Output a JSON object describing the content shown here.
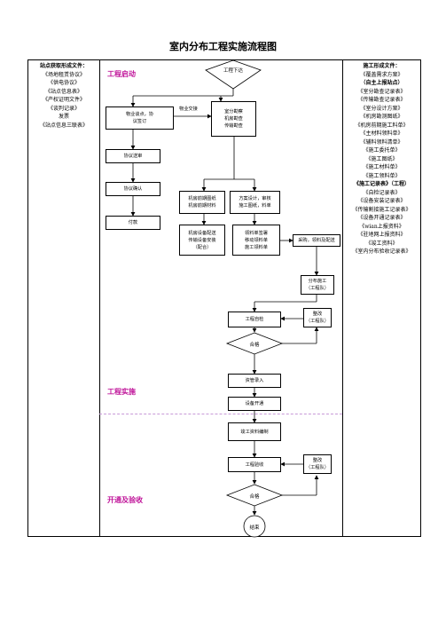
{
  "title": "室内分布工程实施流程图",
  "left_col": {
    "heading": "站点获取形成文件：",
    "items": [
      "《场地租赁协议》",
      "《供电协议》",
      "《站点信息表》",
      "《产权证明文件》",
      "《谈判记录》",
      "发票",
      "《站点信息三联表》"
    ]
  },
  "right_col": {
    "heading": "施工形成文件：",
    "items_a": [
      "《覆盖需求方案》"
    ],
    "subheading_a": "（自主上报站点）",
    "items_b": [
      "《室分勘查记录表》",
      "《传输勘查记录表》",
      "《室分设计方案》",
      "《机房勘测图纸》",
      "《机房前期施工料单》",
      "《主材料领料单》",
      "《辅料领料清单》",
      "《施工委托单》",
      "《施工图纸》",
      "《施工材料单》",
      "《施工领料单》"
    ],
    "subheading_b": "《施工记录表》（工程）",
    "items_c": [
      "《自检记录表》",
      "《设备安装记录表》",
      "《传输割接施工记录表》",
      "《设备开通记录表》",
      "《wian上报资料》",
      "《驻地网上报资料》",
      "《竣工资料》",
      "《室内分布验收记录表》"
    ]
  },
  "stages": {
    "start": "工程启动",
    "implement": "工程实施",
    "accept": "开通及验收"
  },
  "nodes": {
    "project_order": "工程下达",
    "negotiate": [
      "物业谈点，协",
      "议签订"
    ],
    "survey": [
      "室分勘察",
      "机房勘查",
      "传输勘查"
    ],
    "agreement_review": "协议送审",
    "agreement_confirm": "协议确认",
    "payment": "付款",
    "room_drawings": [
      "机房前期图纸",
      "机房前期材料"
    ],
    "design": [
      "方案设计，审核",
      "施工图纸，料单"
    ],
    "room_delivery": [
      "机房设备配送",
      "传输设备安装",
      "（配合）"
    ],
    "material_sign": [
      "领料单签署",
      "移动领料单",
      "施工领料单"
    ],
    "procure": "采购，领料及配送",
    "subcontract": [
      "分布施工",
      "（工程队）"
    ],
    "self_check": "工程自检",
    "rectify1": [
      "整改",
      "（工程队）"
    ],
    "qualified1": "合格",
    "asset_entry": "资管录入",
    "device_open": "设备开通",
    "completion_docs": "竣工资料编制",
    "acceptance": "工程验收",
    "rectify2": [
      "整改",
      "（工程队）"
    ],
    "qualified2": "合格",
    "end": "结束"
  },
  "edge_labels": {
    "property_handover": "物业交接"
  }
}
